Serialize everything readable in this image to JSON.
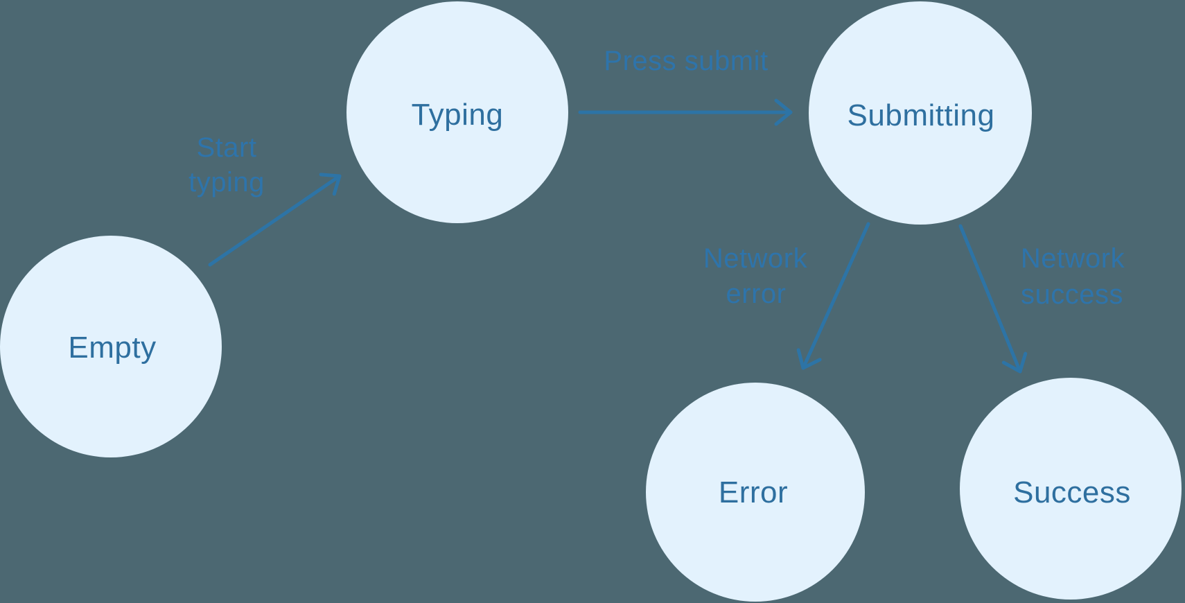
{
  "colors": {
    "background": "#4c6872",
    "node_fill": "#e3f2fd",
    "node_text": "#2e6f9f",
    "edge_label": "#2e74ab",
    "arrow": "#2d74a6"
  },
  "diagram": {
    "type": "state-machine",
    "nodes": [
      {
        "id": "empty",
        "label": "Empty"
      },
      {
        "id": "typing",
        "label": "Typing"
      },
      {
        "id": "submitting",
        "label": "Submitting"
      },
      {
        "id": "error",
        "label": "Error"
      },
      {
        "id": "success",
        "label": "Success"
      }
    ],
    "edges": [
      {
        "from": "empty",
        "to": "typing",
        "label": "Start typing",
        "lines": [
          "Start",
          "typing"
        ]
      },
      {
        "from": "typing",
        "to": "submitting",
        "label": "Press submit",
        "lines": [
          "Press submit"
        ]
      },
      {
        "from": "submitting",
        "to": "error",
        "label": "Network error",
        "lines": [
          "Network",
          "error"
        ]
      },
      {
        "from": "submitting",
        "to": "success",
        "label": "Network success",
        "lines": [
          "Network",
          "success"
        ]
      }
    ]
  }
}
